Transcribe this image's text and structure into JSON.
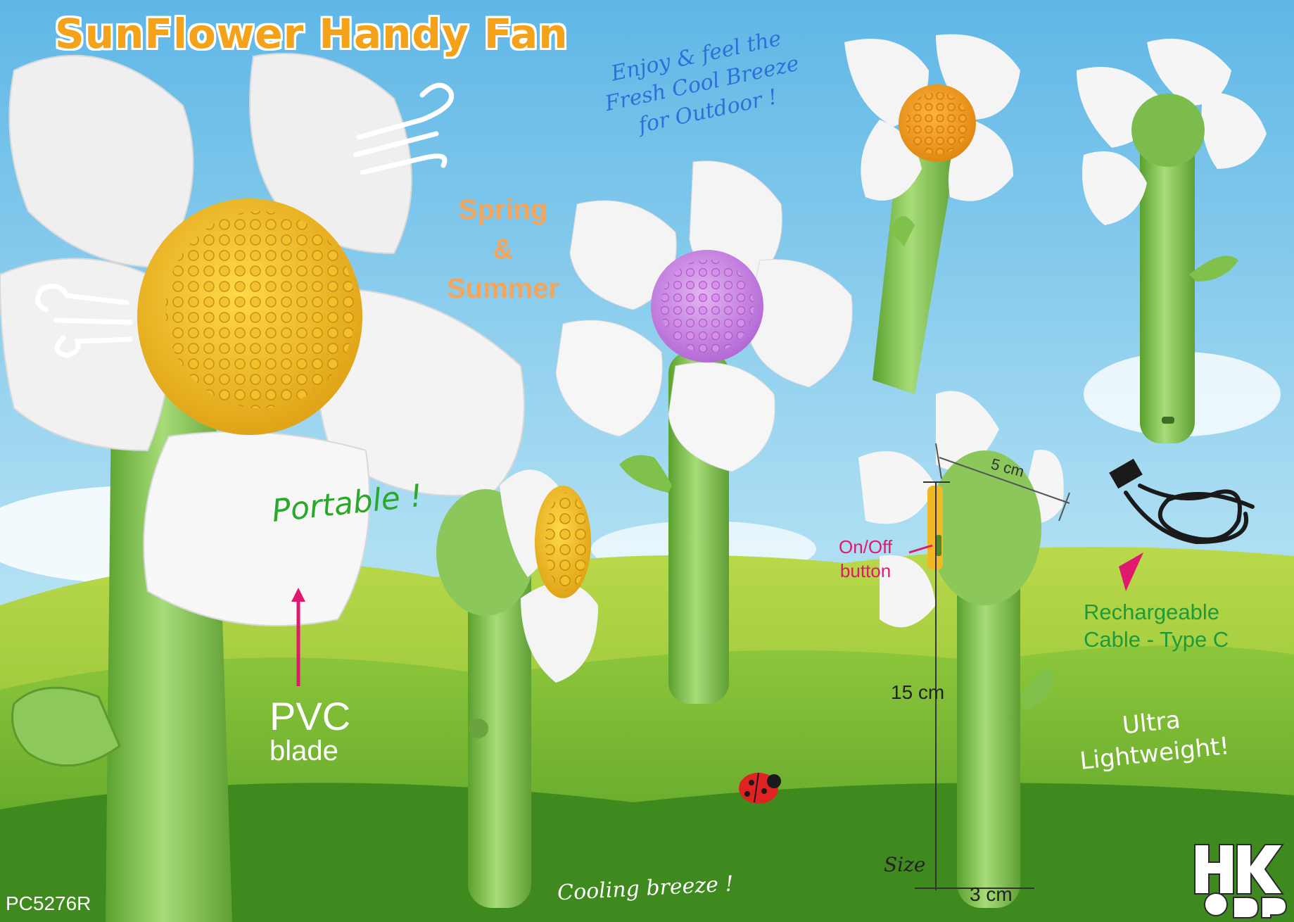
{
  "title": "SunFlower Handy Fan",
  "tagline": "Enjoy & feel the\nFresh Cool Breeze\nfor Outdoor !",
  "season": "Spring\n&\nSummer",
  "portable": "Portable !",
  "blade_material": "PVC",
  "blade_word": "blade",
  "onoff_label": "On/Off\nbutton",
  "width_label": "5 cm",
  "height_label": "15 cm",
  "size_label": "Size",
  "base_label": "3 cm",
  "cable_label": "Rechargeable\nCable - Type C",
  "weight_label": "Ultra\nLightweight!",
  "breeze_label": "Cooling breeze !",
  "product_code": "PC5276R",
  "logo_text": "HKODP",
  "colors": {
    "title_orange": "#f5a21b",
    "stem_green": "#7cc04a",
    "center_yellow": "#f0b823",
    "center_purple": "#c77fe0",
    "center_orange": "#f29a1c",
    "petal_white": "#f7f7f7",
    "label_pink": "#e0186e",
    "label_green": "#1f9a3a"
  }
}
